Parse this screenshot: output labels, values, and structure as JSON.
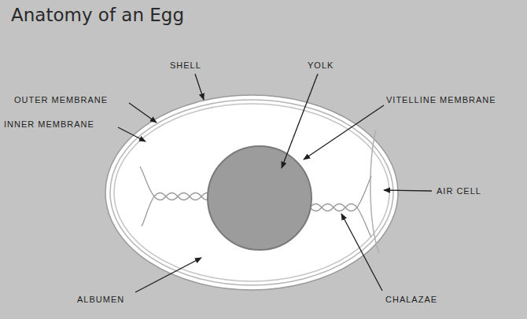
{
  "diagram": {
    "title": "Anatomy of an Egg",
    "labels": [
      "SHELL",
      "YOLK",
      "OUTER MEMBRANE",
      "VITELLINE MEMBRANE",
      "INNER MEMBRANE",
      "AIR CELL",
      "ALBUMEN",
      "CHALAZAE"
    ]
  }
}
